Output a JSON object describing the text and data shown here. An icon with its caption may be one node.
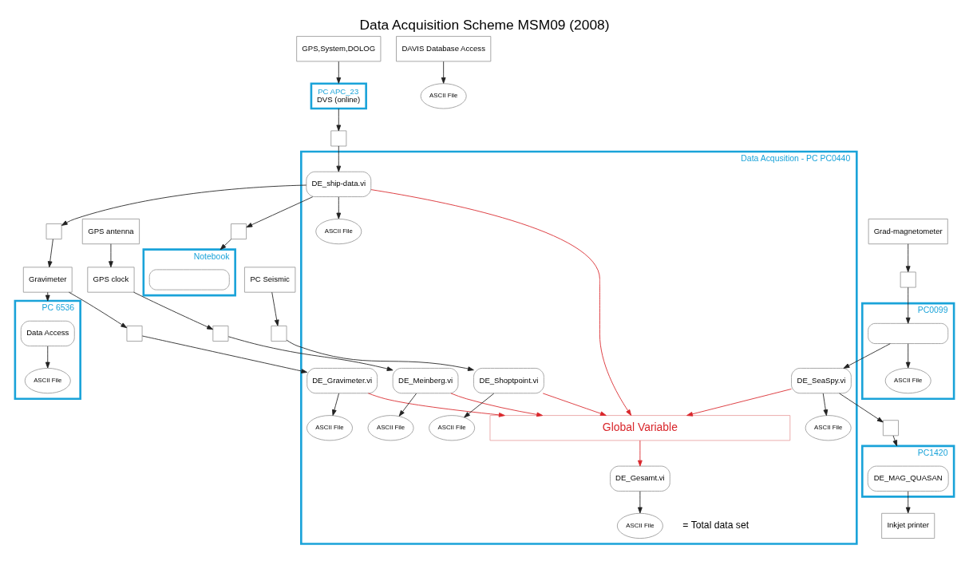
{
  "diagram": {
    "title": "Data Acquisition Scheme MSM09 (2008)",
    "nodes": [
      {
        "text": [
          "GPS,System,DOLOG"
        ]
      },
      {
        "text": [
          "Gravimeter"
        ]
      },
      {
        "text": [
          "GPS antenna"
        ]
      },
      {
        "text": [
          "GPS clock"
        ]
      },
      {
        "text": [
          "PC Seismic"
        ]
      },
      {
        "text": [
          "Grad-magnetometer"
        ]
      },
      {
        "text": [
          "PC APC_23",
          "DVS (online)"
        ]
      },
      {
        "text": [],
        "shape": "box"
      },
      {
        "text": [],
        "shape": "box"
      },
      {
        "text": [],
        "shape": "box"
      },
      {
        "text": [],
        "shape": "box"
      },
      {
        "text": [],
        "shape": "box"
      },
      {
        "text": [],
        "shape": "box"
      },
      {
        "text": [
          "PC 6536"
        ]
      },
      {
        "text": [
          "Data Access"
        ],
        "in": 13
      },
      {
        "text": [
          "ASCII File"
        ],
        "in": 13
      },
      {
        "text": [
          "Data Acqusition - PC PC0440"
        ]
      },
      {
        "text": [
          "DE_ship-data.vi"
        ],
        "in": 16
      },
      {
        "text": [
          "DE_Gravimeter.vi"
        ],
        "in": 16
      },
      {
        "text": [
          "DE_Meinberg.vi"
        ],
        "in": 16
      },
      {
        "text": [
          "DE_Shoptpoint.vi"
        ],
        "in": 16
      },
      {
        "text": [
          "DE_SeaSpy.vi"
        ],
        "in": 16
      },
      {
        "text": [
          "ASCII File"
        ],
        "in": 16
      },
      {
        "text": [
          "ASCII File"
        ],
        "in": 16
      },
      {
        "text": [
          "ASCII File"
        ],
        "in": 16
      },
      {
        "text": [
          "ASCII File"
        ],
        "in": 16
      },
      {
        "text": [
          "ASCII File"
        ],
        "in": 16
      },
      {
        "text": [
          "Global Variable"
        ],
        "in": 16
      },
      {
        "text": [
          "DE_Gesamt.vi"
        ],
        "in": 16
      },
      {
        "text": [
          "ASCII File"
        ],
        "in": 16,
        "beside": [
          "= Total data set"
        ]
      },
      {
        "text": [
          "PC0099"
        ]
      },
      {
        "text": [],
        "shape": "box",
        "in": 30
      },
      {
        "text": [
          "ASCII File"
        ],
        "in": 30
      },
      {
        "text": [],
        "shape": "box"
      },
      {
        "text": [],
        "shape": "box"
      },
      {
        "text": [
          "DAVIS Database Access"
        ]
      },
      {
        "text": [
          "ASCII File"
        ]
      },
      {
        "text": [
          "Notebook"
        ]
      },
      {
        "text": [],
        "shape": "box",
        "in": 37
      },
      {
        "text": [
          "PC1420"
        ]
      },
      {
        "text": [
          "DE_MAG_QUASAN"
        ],
        "in": 39
      },
      {
        "text": [
          "Inkjet printer"
        ]
      }
    ],
    "edges": [
      {
        "from": 0,
        "to": 6,
        "arrow": "to"
      },
      {
        "from": 6,
        "to": 7,
        "arrow": "to"
      },
      {
        "from": 7,
        "to": 17,
        "arrow": "to"
      },
      {
        "from": 1,
        "to": 13,
        "arrow": "to"
      },
      {
        "from": 1,
        "to": 8,
        "arrow": "to"
      },
      {
        "from": 8,
        "to": 18,
        "arrow": "to"
      },
      {
        "from": 17,
        "to": 9,
        "arrow": "to"
      },
      {
        "from": 9,
        "to": 1,
        "arrow": "to"
      },
      {
        "from": 2,
        "to": 3,
        "arrow": "to"
      },
      {
        "from": 3,
        "to": 10,
        "arrow": "to"
      },
      {
        "from": 10,
        "to": 19,
        "arrow": "to"
      },
      {
        "from": 4,
        "to": 11,
        "arrow": "to"
      },
      {
        "from": 11,
        "to": 20,
        "arrow": "to"
      },
      {
        "from": 5,
        "to": 12,
        "arrow": "to"
      },
      {
        "from": 12,
        "to": 31,
        "arrow": "to"
      },
      {
        "from": 31,
        "to": 21,
        "arrow": "to"
      },
      {
        "from": 31,
        "to": 32,
        "arrow": "to"
      },
      {
        "from": 14,
        "to": 15,
        "arrow": "to"
      },
      {
        "from": 17,
        "to": 22,
        "arrow": "to"
      },
      {
        "from": 18,
        "to": 23,
        "arrow": "to"
      },
      {
        "from": 19,
        "to": 24,
        "arrow": "to"
      },
      {
        "from": 20,
        "to": 25,
        "arrow": "to"
      },
      {
        "from": 21,
        "to": 26,
        "arrow": "to"
      },
      {
        "from": 17,
        "to": 27,
        "arrow": "to",
        "color": "#d9262b"
      },
      {
        "from": 18,
        "to": 27,
        "arrow": "to",
        "color": "#d9262b"
      },
      {
        "from": 19,
        "to": 27,
        "arrow": "to",
        "color": "#d9262b"
      },
      {
        "from": 20,
        "to": 27,
        "arrow": "to",
        "color": "#d9262b"
      },
      {
        "from": 21,
        "to": 27,
        "arrow": "to",
        "color": "#d9262b"
      },
      {
        "from": 27,
        "to": 28,
        "arrow": "to",
        "color": "#d9262b"
      },
      {
        "from": 28,
        "to": 29,
        "arrow": "to"
      },
      {
        "from": 17,
        "to": 33,
        "arrow": "to"
      },
      {
        "from": 33,
        "to": 37,
        "arrow": "to"
      },
      {
        "from": 21,
        "to": 34,
        "arrow": "to"
      },
      {
        "from": 34,
        "to": 39,
        "arrow": "to"
      },
      {
        "from": 40,
        "to": 41,
        "arrow": "to"
      },
      {
        "from": 35,
        "to": 36,
        "arrow": "to"
      }
    ]
  }
}
